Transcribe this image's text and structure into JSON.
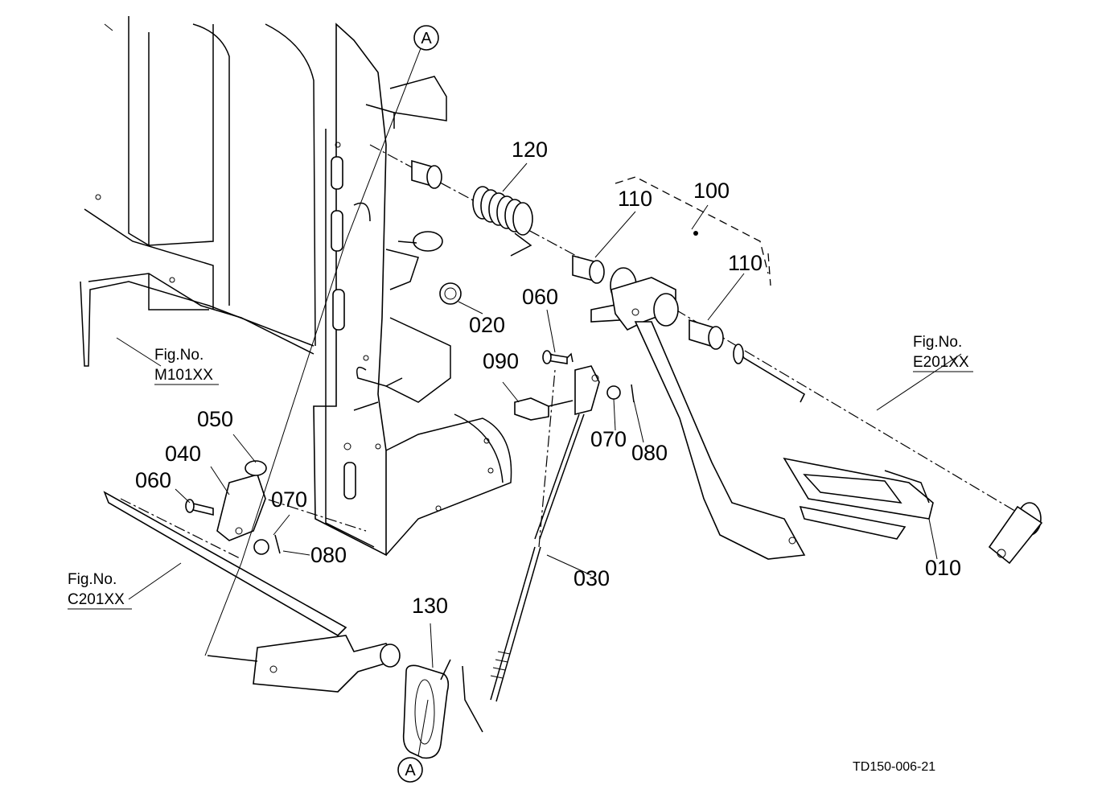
{
  "drawing_code": "TD150-006-21",
  "callouts": {
    "p010": "010",
    "p020": "020",
    "p030": "030",
    "p040": "040",
    "p050": "050",
    "p060a": "060",
    "p060b": "060",
    "p070a": "070",
    "p070b": "070",
    "p080a": "080",
    "p080b": "080",
    "p090": "090",
    "p100": "100",
    "p110a": "110",
    "p110b": "110",
    "p120": "120",
    "p130": "130"
  },
  "refs": {
    "m101": {
      "label": "Fig.No.",
      "code": "M101XX"
    },
    "c201": {
      "label": "Fig.No.",
      "code": "C201XX"
    },
    "e201": {
      "label": "Fig.No.",
      "code": "E201XX"
    }
  },
  "connector": {
    "top": "A",
    "bottom": "A"
  }
}
